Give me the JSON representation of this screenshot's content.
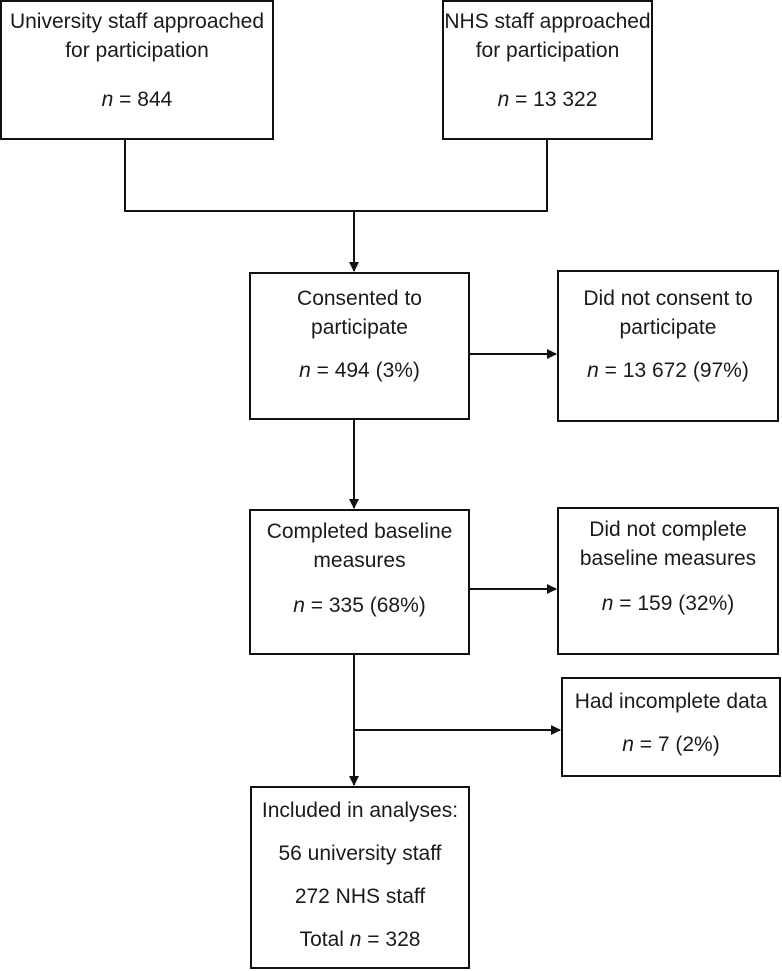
{
  "boxes": {
    "university": {
      "lines": [
        "University staff approached",
        "for participation"
      ],
      "n_label": "n",
      "n_value": " = 844"
    },
    "nhs": {
      "lines": [
        "NHS staff approached",
        "for participation"
      ],
      "n_label": "n",
      "n_value": " = 13 322"
    },
    "consented": {
      "lines": [
        "Consented to",
        "participate"
      ],
      "n_label": "n",
      "n_value": " = 494 (3%)"
    },
    "not_consent": {
      "lines": [
        "Did not consent to",
        "participate"
      ],
      "n_label": "n",
      "n_value": " = 13 672 (97%)"
    },
    "completed": {
      "lines": [
        "Completed baseline",
        "measures"
      ],
      "n_label": "n",
      "n_value": " = 335 (68%)"
    },
    "not_complete": {
      "lines": [
        "Did not complete",
        "baseline measures"
      ],
      "n_label": "n",
      "n_value": " = 159 (32%)"
    },
    "incomplete": {
      "lines": [
        "Had incomplete data"
      ],
      "n_label": "n",
      "n_value": " = 7 (2%)"
    },
    "included": {
      "lines": [
        "Included in analyses:",
        "56 university staff",
        "272 NHS staff"
      ],
      "total_prefix": "Total ",
      "n_label": "n",
      "n_value": " = 328"
    }
  }
}
